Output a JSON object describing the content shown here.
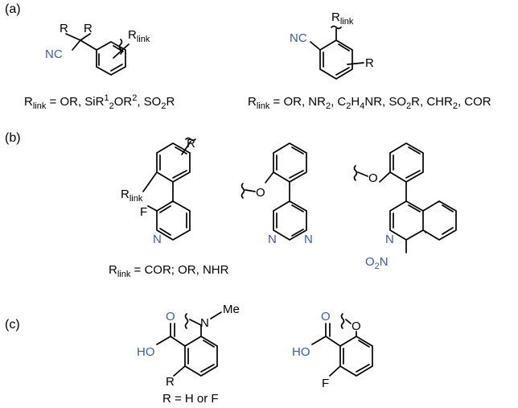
{
  "figure": {
    "colors": {
      "heteroatom": "#3a5aa8",
      "bond": "#000000",
      "background": "#ffffff"
    },
    "panels": {
      "a": {
        "label": "(a)",
        "left": {
          "r_top_left": "R",
          "r_top_right": "R",
          "cn": "NC",
          "rlink_main": "R",
          "rlink_sub": "link",
          "caption": {
            "r": "R",
            "sub": "link",
            "a": " = OR, SiR",
            "sup1": "1",
            "b": "2",
            "c": "OR",
            "sup2": "2",
            "d": ", SO",
            "sub2": "2",
            "e": "R"
          }
        },
        "right": {
          "rlink_main": "R",
          "rlink_sub": "link",
          "cn": "NC",
          "r": "R",
          "caption": {
            "r": "R",
            "sub": "link",
            "a": " = OR, NR",
            "s1": "2",
            "b": ", C",
            "s2": "2",
            "c": "H",
            "s3": "4",
            "d": "NR, SO",
            "s4": "2",
            "e": "R, CHR",
            "s5": "2",
            "f": ", COR"
          }
        }
      },
      "b": {
        "label": "(b)",
        "mol1": {
          "r": "R",
          "rlink_main": "R",
          "rlink_sub": "link",
          "f": "F",
          "n": "N"
        },
        "mol1_caption": {
          "r": "R",
          "sub": "link",
          "text": " = COR; OR, NHR"
        },
        "mol2": {
          "o": "O",
          "n1": "N",
          "n2": "N"
        },
        "mol3": {
          "o": "O",
          "n": "N",
          "o2": "O",
          "o2_sub": "2",
          "n2": "N"
        }
      },
      "c": {
        "label": "(c)",
        "mol1": {
          "o": "O",
          "ho": "HO",
          "n": "N",
          "me": "Me",
          "r": "R"
        },
        "mol1_caption": "R = H or F",
        "mol2": {
          "o": "O",
          "ho": "HO",
          "o2": "O",
          "f": "F"
        }
      }
    }
  }
}
